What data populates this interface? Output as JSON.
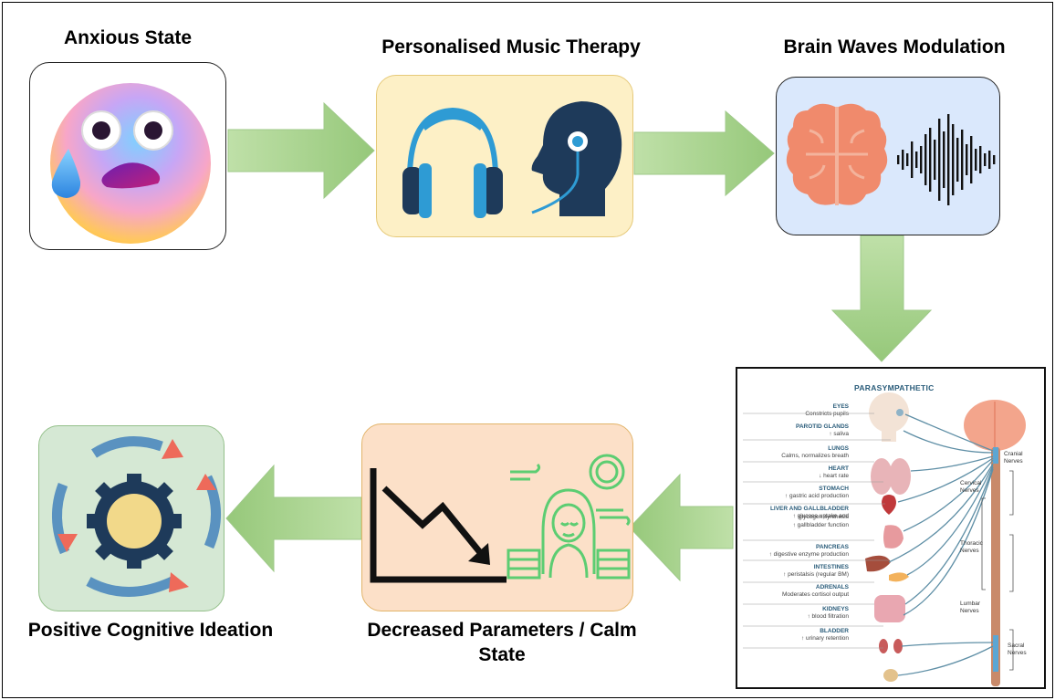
{
  "stages": {
    "anxious": {
      "title": "Anxious State"
    },
    "music": {
      "title": "Personalised Music Therapy"
    },
    "brain": {
      "title": "Brain Waves Modulation"
    },
    "calm": {
      "title": "Decreased Parameters / Calm State"
    },
    "positive": {
      "title": "Positive Cognitive Ideation"
    }
  },
  "parasympathetic": {
    "heading": "PARASYMPATHETIC",
    "organs": [
      {
        "name": "EYES",
        "effect": "Constricts pupils"
      },
      {
        "name": "PAROTID GLANDS",
        "effect": "↑ saliva"
      },
      {
        "name": "LUNGS",
        "effect": "Calms, normalizes breath"
      },
      {
        "name": "HEART",
        "effect": "↓ heart rate"
      },
      {
        "name": "STOMACH",
        "effect": "↑ gastric acid production"
      },
      {
        "name": "LIVER AND GALLBLADDER",
        "effect": "↑ glucose uptake and"
      },
      {
        "name": "",
        "effect": "glycogen synthesis"
      },
      {
        "name": "",
        "effect": "↑ gallbladder function"
      },
      {
        "name": "PANCREAS",
        "effect": "↑ digestive enzyme production"
      },
      {
        "name": "INTESTINES",
        "effect": "↑ peristalsis (regular BM)"
      },
      {
        "name": "ADRENALS",
        "effect": "Moderates cortisol output"
      },
      {
        "name": "KIDNEYS",
        "effect": "↑ blood filtration"
      },
      {
        "name": "BLADDER",
        "effect": "↑ urinary retention"
      }
    ],
    "nerves": {
      "cranial": "Cranial Nerves",
      "cervical": "Cervical Nerves",
      "thoracic": "Thoracic Nerves",
      "lumbar": "Lumbar Nerves",
      "sacral": "Sacral Nerves"
    }
  },
  "colors": {
    "arrow": "#a9d08e",
    "yellow_box": "#fdf0c6",
    "blue_box": "#dae8fc",
    "peach_box": "#fce0c8",
    "green_box": "#d5e8d4",
    "headphones": "#2e9bd4",
    "navy": "#1e3a5a",
    "brain": "#f08a6c",
    "calm_green": "#5ccd72"
  }
}
